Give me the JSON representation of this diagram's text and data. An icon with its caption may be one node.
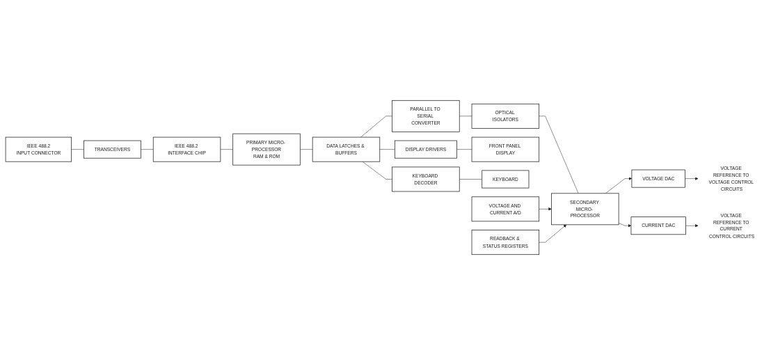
{
  "diagram": {
    "nodes": [
      {
        "text": [
          "IEEE 488.2",
          "INPUT CONNECTOR"
        ]
      },
      {
        "text": [
          "TRANSCEIVERS"
        ]
      },
      {
        "text": [
          "IEEE 488.2 INTERFACE CHIP"
        ]
      },
      {
        "text": [
          "PRIMARY MICRO- PROCESSOR",
          "RAM & ROM"
        ]
      },
      {
        "text": [
          "DATA LATCHES & BUFFERS"
        ]
      },
      {
        "text": [
          "PARALLEL TO SERIAL CONVERTER"
        ]
      },
      {
        "text": [
          "OPTICAL ISOLATORS"
        ]
      },
      {
        "text": [
          "SECONDARY MICRO- PROCESSOR"
        ]
      },
      {
        "text": [
          "DISPLAY DRIVERS"
        ]
      },
      {
        "text": [
          "FRONT PANEL DISPLAY"
        ]
      },
      {
        "text": [
          "KEYBOARD DECODER"
        ]
      },
      {
        "text": [
          "KEYBOARD"
        ]
      },
      {
        "text": [
          "VOLTAGE AND CURRENT A/D"
        ]
      },
      {
        "text": [
          "READBACK & STATUS REGISTERS"
        ]
      },
      {
        "text": [
          "VOLTAGE DAC"
        ]
      },
      {
        "text": [
          "CURRENT DAC"
        ]
      },
      {
        "text": [
          "VOLTAGE REFERENCE TO VOLTAGE CONTROL CIRCUITS"
        ]
      },
      {
        "text": [
          "VOLTAGE REFERENCE TO CURRENT CONTROL CIRCUITS"
        ]
      }
    ],
    "edges": [
      {
        "from": 0,
        "to": 1,
        "arrow": "none"
      },
      {
        "from": 1,
        "to": 2,
        "arrow": "none"
      },
      {
        "from": 2,
        "to": 3,
        "arrow": "none"
      },
      {
        "from": 3,
        "to": 4,
        "arrow": "none"
      },
      {
        "from": 4,
        "to": 5,
        "arrow": "none"
      },
      {
        "from": 5,
        "to": 6,
        "arrow": "none"
      },
      {
        "from": 6,
        "to": 7,
        "arrow": "none"
      },
      {
        "from": 4,
        "to": 8,
        "arrow": "none"
      },
      {
        "from": 4,
        "to": 10,
        "arrow": "none"
      },
      {
        "from": 8,
        "to": 9,
        "arrow": "none"
      },
      {
        "from": 10,
        "to": 11,
        "arrow": "none"
      },
      {
        "from": 12,
        "to": 7,
        "arrow": "to"
      },
      {
        "from": 13,
        "to": 7,
        "arrow": "to"
      },
      {
        "from": 7,
        "to": 14,
        "arrow": "to"
      },
      {
        "from": 7,
        "to": 15,
        "arrow": "to"
      },
      {
        "from": 14,
        "to": 16,
        "arrow": "to"
      },
      {
        "from": 15,
        "to": 17,
        "arrow": "to"
      }
    ]
  }
}
